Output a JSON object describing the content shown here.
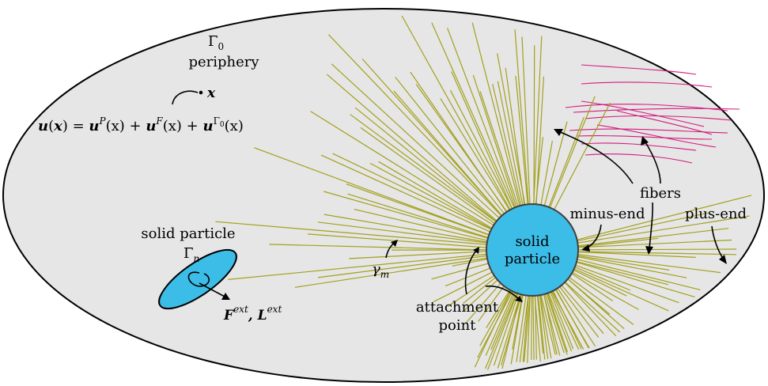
{
  "colors": {
    "domain_fill": "#e6e6e6",
    "domain_stroke": "#000000",
    "particle_fill": "#3cbde8",
    "particle_stroke": "#404040",
    "attached_fiber": "#a3a01c",
    "free_fiber": "#d4197e"
  },
  "labels": {
    "gamma0": "Γ",
    "gamma0_sub": "0",
    "periphery": "periphery",
    "x_point": "x",
    "velocity_u": "u",
    "velocity_x_open": "(",
    "velocity_x": "x",
    "velocity_x_close": ") = ",
    "velocity_term1": "u",
    "velocity_term1_sup": "P",
    "velocity_term1_arg": "(x) + ",
    "velocity_term2": "u",
    "velocity_term2_sup": "F",
    "velocity_term2_arg": "(x) + ",
    "velocity_term3": "u",
    "velocity_term3_sup": "Γ",
    "velocity_term3_supsub": "0",
    "velocity_term3_arg": "(x)",
    "solid_particle_left_line1": "solid particle",
    "solid_particle_left_gamma": "Γ",
    "solid_particle_left_sub": "n",
    "force_F": "F",
    "force_F_sup": "ext",
    "force_sep": ", ",
    "force_L": "L",
    "force_L_sup": "ext",
    "gamma_m": "γ",
    "gamma_m_sub": "m",
    "center_particle_line1": "solid",
    "center_particle_line2": "particle",
    "attachment_line1": "attachment",
    "attachment_line2": "point",
    "fibers": "fibers",
    "minus_end": "minus-end",
    "plus_end": "plus-end"
  },
  "icons": [
    "rotation-arrow-icon",
    "force-arrow-icon",
    "pointer-arrow-icon"
  ]
}
